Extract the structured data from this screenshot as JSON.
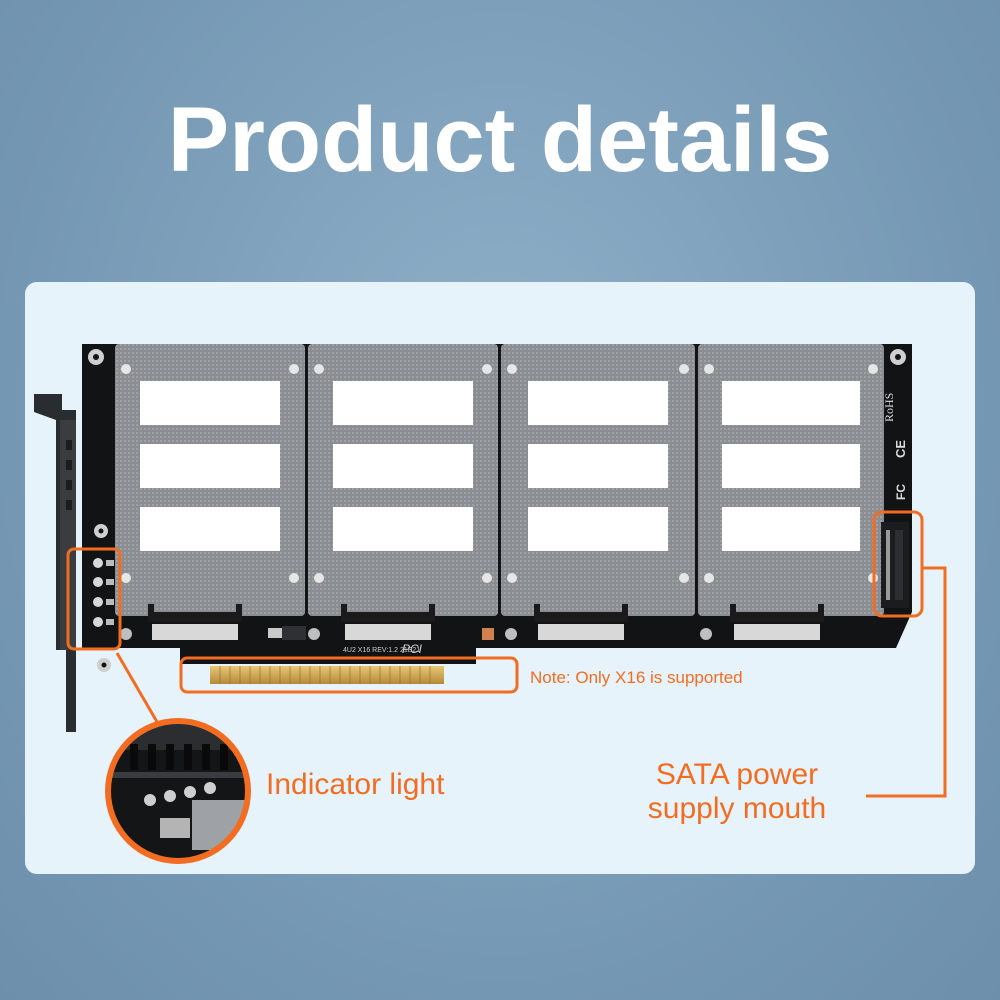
{
  "heading": "Product details",
  "product": {
    "silkscreen_top": "RoHS",
    "silkscreen_ce": "CE",
    "silkscreen_fc": "FC",
    "silkscreen_rev": "4U2 X16 REV:1.2 21E21",
    "silkscreen_pci": "PCI"
  },
  "annotations": {
    "note": "Note: Only X16 is supported",
    "indicator": "Indicator light",
    "sata_line1": "SATA power",
    "sata_line2": "supply mouth"
  },
  "colors": {
    "accent": "#f26d21",
    "background": "#7a9cb8",
    "panel": "#e7f3fa"
  }
}
